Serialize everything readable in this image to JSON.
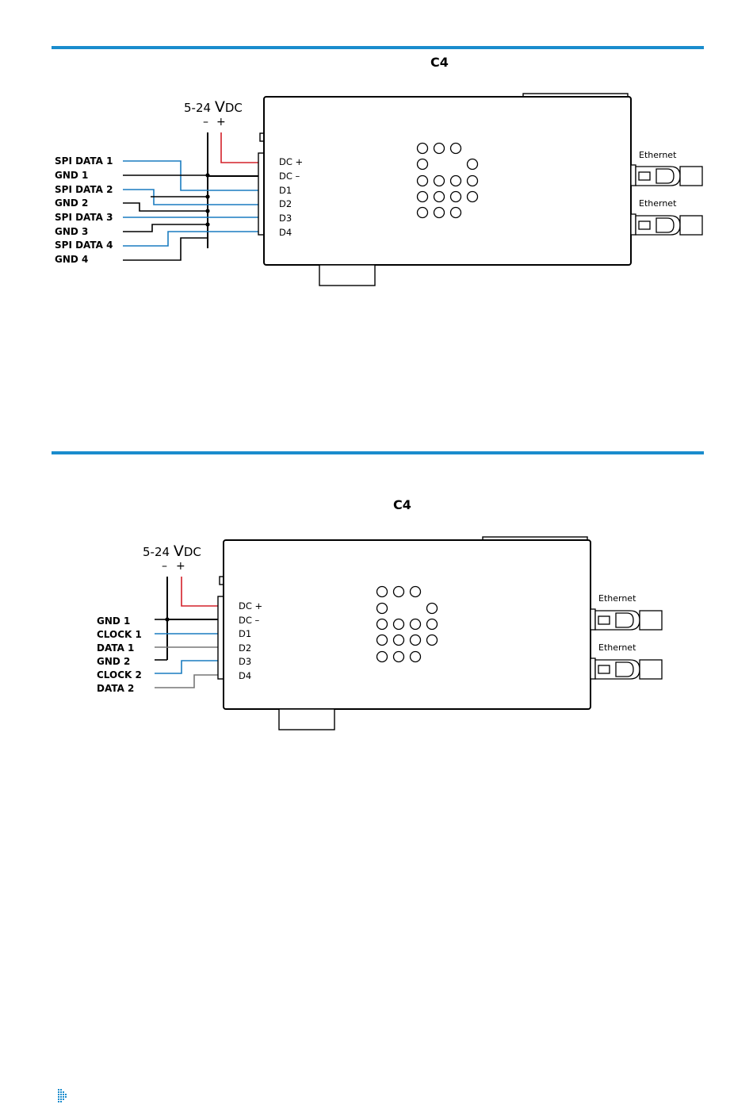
{
  "colors": {
    "rule": "#1a8ccd",
    "data_wire": "#1a7cc0",
    "gnd_wire": "#000000",
    "power_pos": "#d4202a",
    "grey_wire": "#777777"
  },
  "diagram1": {
    "title": "C4",
    "power": {
      "label_num": "5-24 ",
      "label_v": "V",
      "label_dc": "DC",
      "minus": "–",
      "plus": "+"
    },
    "inputs": [
      "SPI DATA 1",
      "GND 1",
      "SPI DATA 2",
      "GND 2",
      "SPI DATA 3",
      "GND 3",
      "SPI DATA 4",
      "GND 4"
    ],
    "pins": [
      "DC +",
      "DC –",
      "D1",
      "D2",
      "D3",
      "D4"
    ],
    "ports": [
      "Ethernet",
      "Ethernet"
    ]
  },
  "diagram2": {
    "title": "C4",
    "power": {
      "label_num": "5-24 ",
      "label_v": "V",
      "label_dc": "DC",
      "minus": "–",
      "plus": "+"
    },
    "inputs": [
      "GND 1",
      "CLOCK 1",
      "DATA 1",
      "GND 2",
      "CLOCK 2",
      "DATA 2"
    ],
    "pins": [
      "DC +",
      "DC –",
      "D1",
      "D2",
      "D3",
      "D4"
    ],
    "ports": [
      "Ethernet",
      "Ethernet"
    ]
  },
  "footer": {
    "icon": "dotted-logo-icon"
  }
}
